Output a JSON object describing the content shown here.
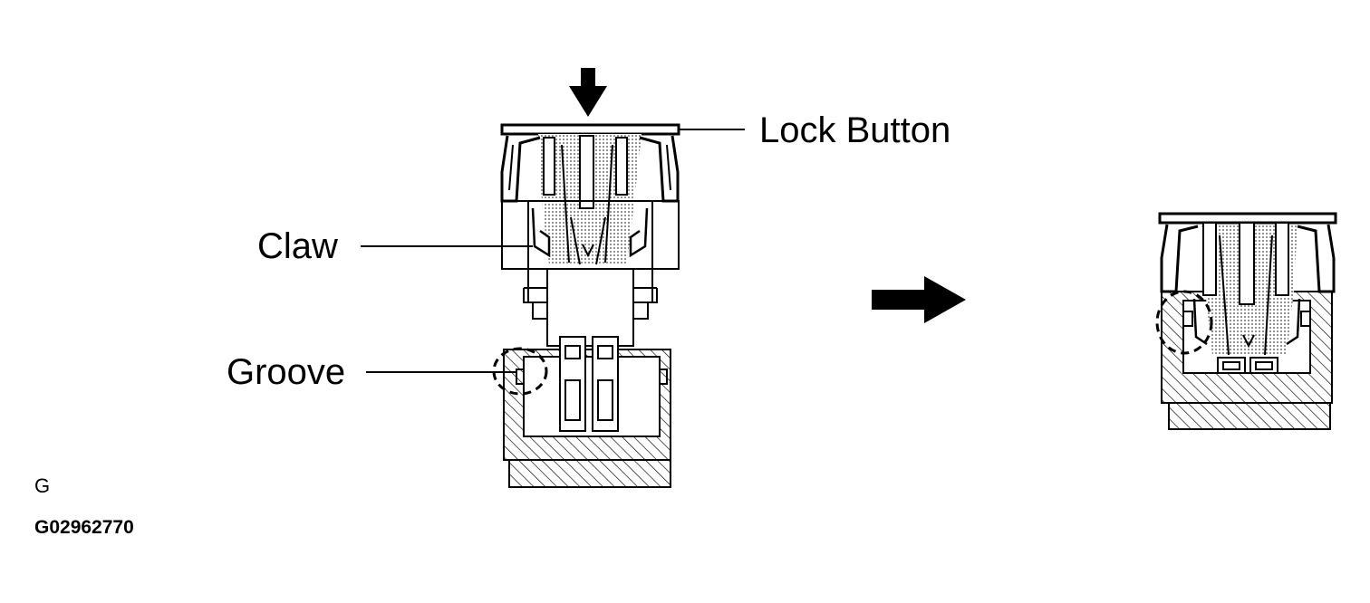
{
  "labels": {
    "lock_button": "Lock Button",
    "claw": "Claw",
    "groove": "Groove"
  },
  "corner": {
    "letter": "G",
    "code": "G02962770"
  },
  "colors": {
    "ink": "#000000",
    "paper": "#ffffff"
  }
}
